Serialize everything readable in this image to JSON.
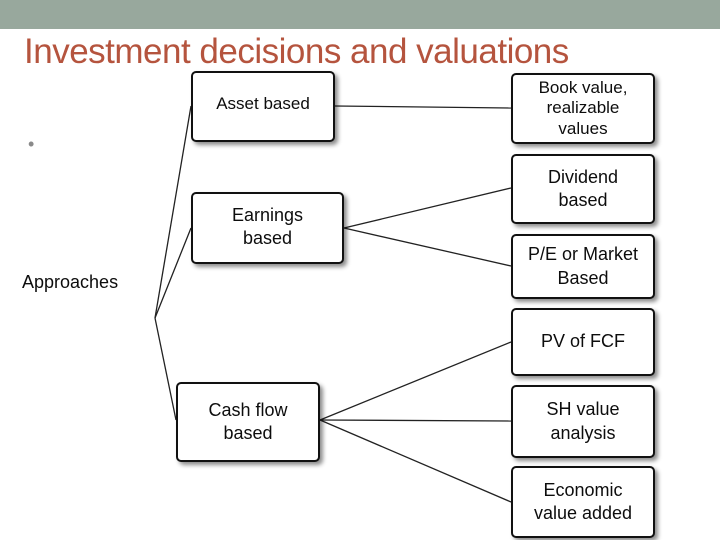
{
  "slide": {
    "title": "Investment decisions and valuations",
    "bullet": "•",
    "root_label": "Approaches"
  },
  "categories": {
    "asset": "Asset based",
    "earnings_line1": "Earnings",
    "earnings_line2": "based",
    "cashflow_line1": "Cash flow",
    "cashflow_line2": "based"
  },
  "methods": {
    "book_line1": "Book value,",
    "book_line2": "realizable",
    "book_line3": "values",
    "dividend_line1": "Dividend",
    "dividend_line2": "based",
    "pe_line1": "P/E or Market",
    "pe_line2": "Based",
    "pv_line1": "PV of FCF",
    "sh_line1": "SH value",
    "sh_line2": "analysis",
    "eva_line1": "Economic",
    "eva_line2": "value added"
  },
  "colors": {
    "title": "#b5543e",
    "top_bar": "#98a89d",
    "box_border": "#111111",
    "connector": "#222222"
  }
}
